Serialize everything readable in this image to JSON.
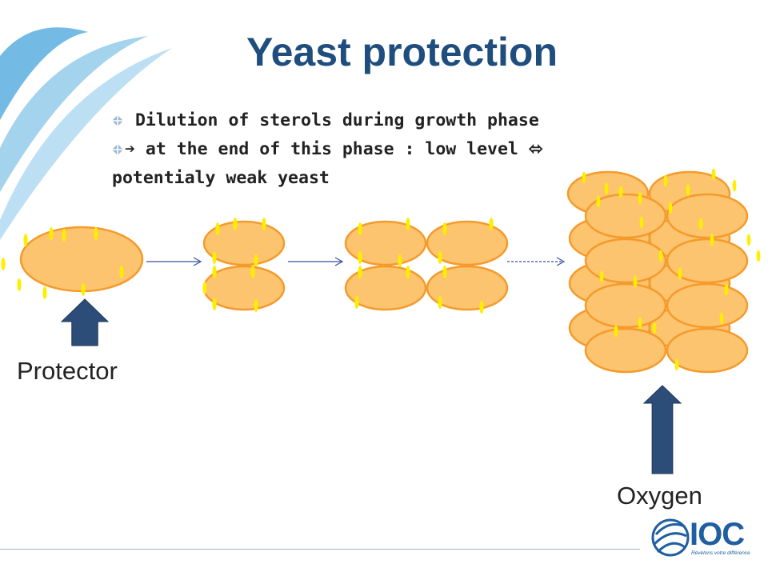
{
  "title": "Yeast protection",
  "bullets": [
    {
      "text": " Dilution of sterols during growth phase"
    },
    {
      "text": "➔ at the end of this phase : low level ⬄",
      "continuation": "potentialy weak yeast"
    }
  ],
  "labels": {
    "protector": "Protector",
    "oxygen": "Oxygen"
  },
  "logo": {
    "name": "IOC",
    "tagline": "Révélons votre différence"
  },
  "colors": {
    "title": "#1f4e7e",
    "cell_fill": "#fcc46e",
    "cell_stroke": "#f59a2c",
    "sterol": "#ffee00",
    "arrow_fill": "#2c4d78",
    "connector": "#3a4fa0",
    "swoosh": "#5aaee0",
    "logo": "#1f5ea0"
  },
  "icons": {
    "bullet": "diamond-cross-icon",
    "block_arrow": "block-arrow-up-icon"
  }
}
